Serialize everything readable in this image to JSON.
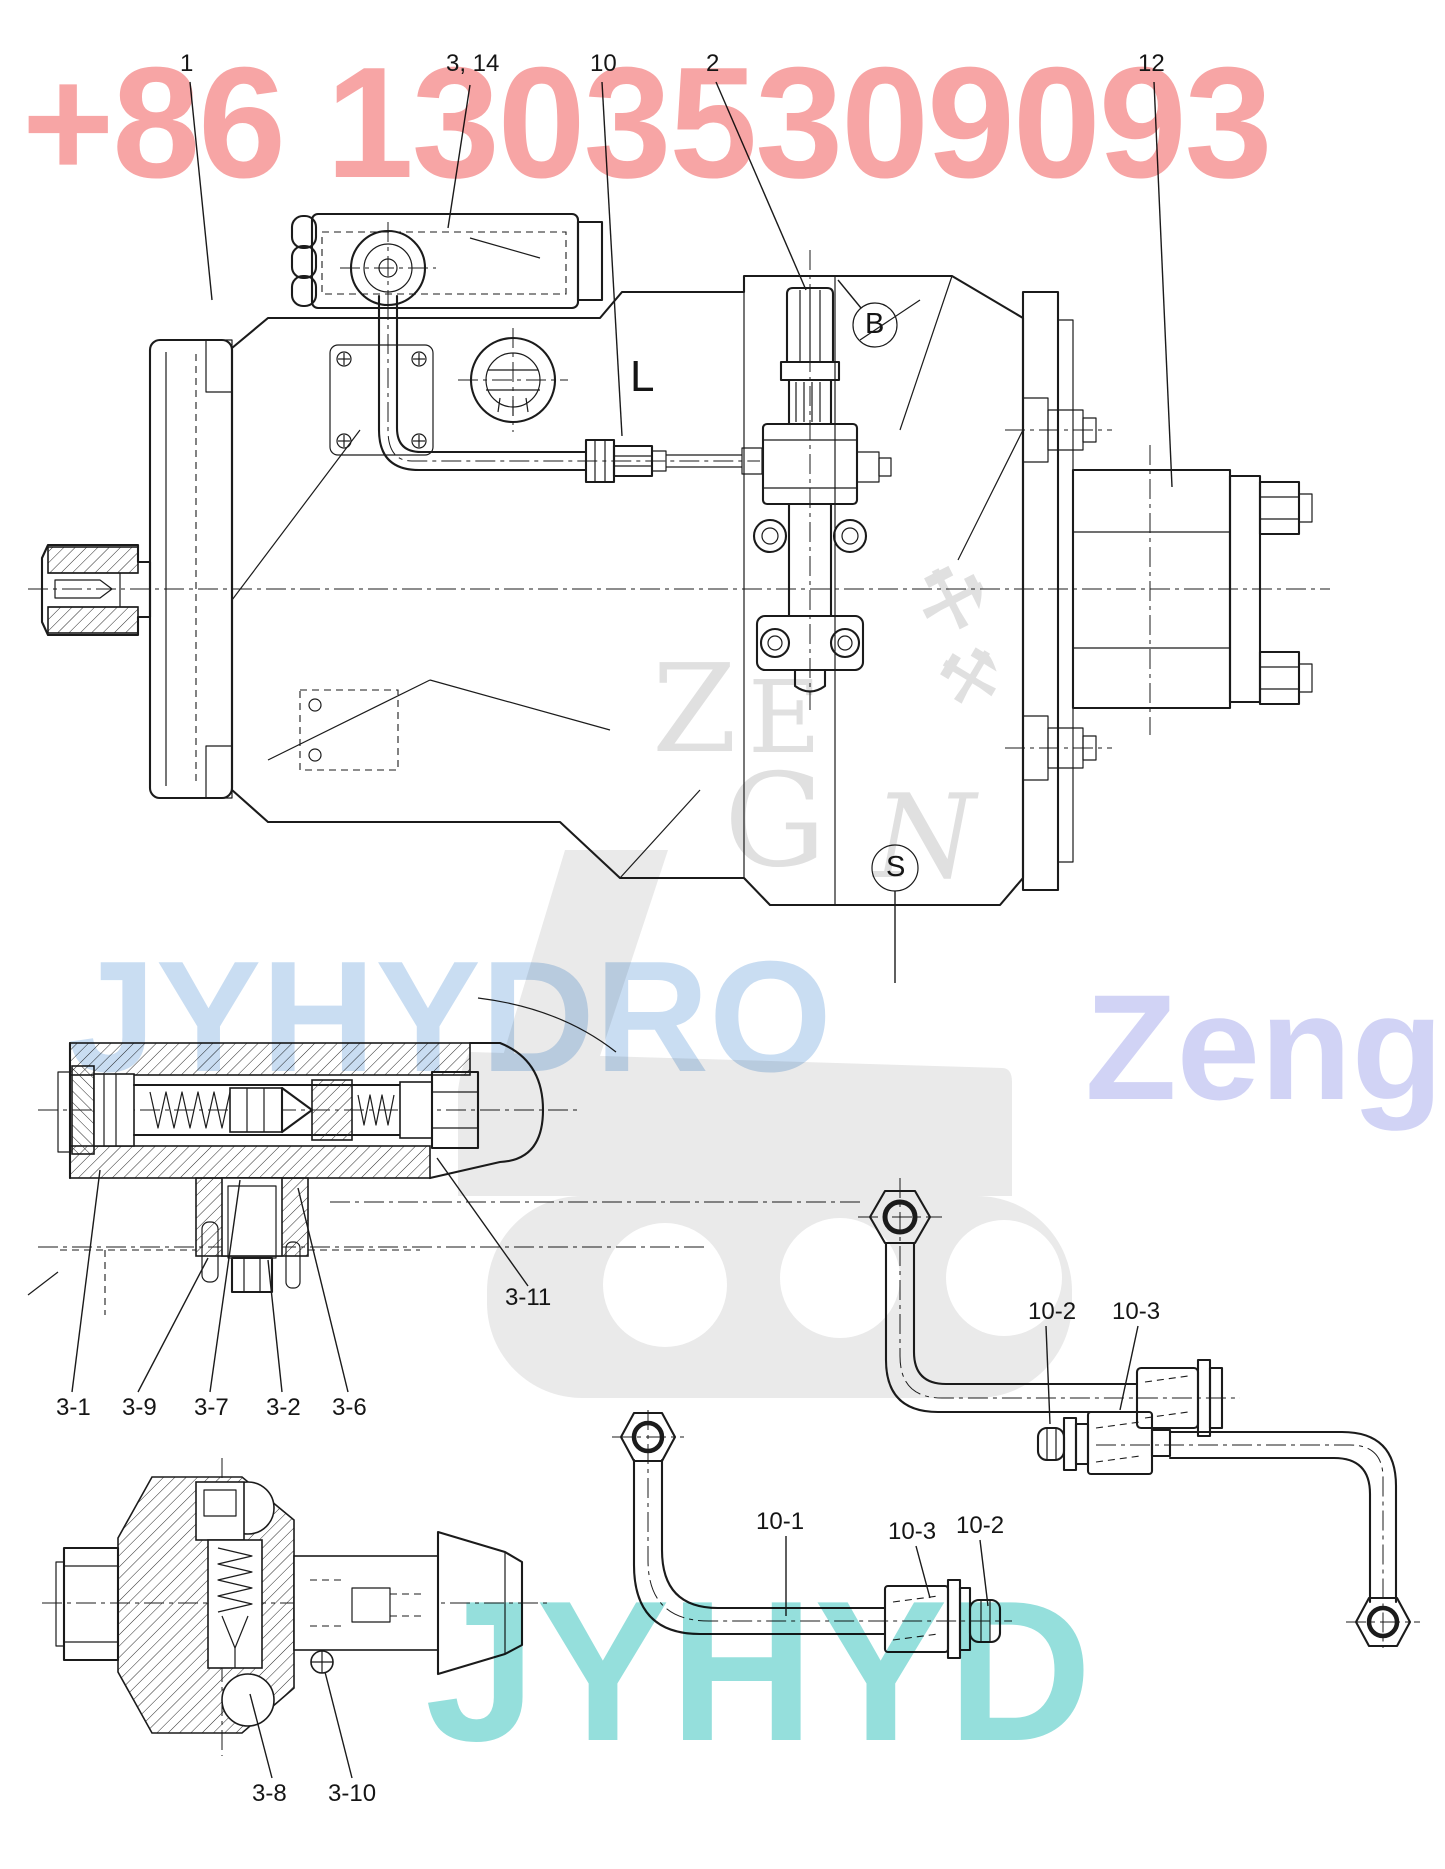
{
  "watermarks": {
    "phone_number": "+86 13035309093",
    "brand_top": "JYHYDRO",
    "brand_right": "Zeng",
    "brand_bottom": "JYHYD",
    "gray_letter_z": "Z",
    "gray_letter_e": "E",
    "gray_letter_g": "G",
    "gray_letter_n": "N",
    "tool_glyph": "⚒",
    "colors": {
      "phone": "#F7A5A5",
      "brand_top": "#BCD5EF",
      "brand_right": "#C9CBF4",
      "brand_bottom": "#7AD7D3",
      "excavator_gray": "#EAEAEA",
      "line": "#1b1b1b"
    }
  },
  "diagram": {
    "ports": {
      "b": "B",
      "l": "L",
      "s": "S"
    },
    "callouts_main": {
      "c1": "1",
      "c3_14": "3, 14",
      "c10": "10",
      "c2": "2",
      "c12": "12"
    },
    "callouts_section_mid": {
      "c3_11": "3-11",
      "c3_1": "3-1",
      "c3_9": "3-9",
      "c3_7": "3-7",
      "c3_2": "3-2",
      "c3_6": "3-6"
    },
    "callouts_section_bottom": {
      "c3_8": "3-8",
      "c3_10": "3-10"
    },
    "callouts_pipes": {
      "top_10_2": "10-2",
      "top_10_3": "10-3",
      "mid_10_1": "10-1",
      "mid_10_3": "10-3",
      "mid_10_2": "10-2"
    }
  }
}
